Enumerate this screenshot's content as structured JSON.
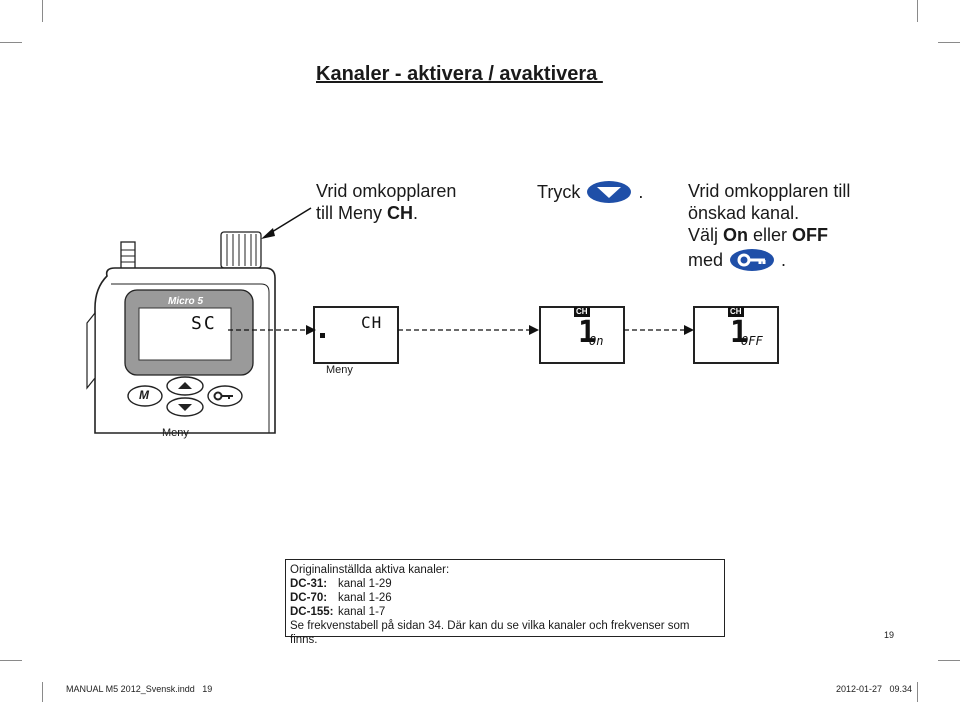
{
  "page": {
    "title": "Kanaler - aktivera / avaktivera ",
    "page_number": "19"
  },
  "steps": {
    "step1_line1": "Vrid omkopplaren",
    "step1_line2_prefix": "till Meny ",
    "step1_line2_bold": "CH",
    "step1_line2_suffix": ".",
    "step2_prefix": "Tryck",
    "step2_suffix": ".",
    "step2_icon": "down-arrow-button-icon",
    "step3_line1": "Vrid omkopplaren till",
    "step3_line2": "önskad kanal.",
    "step3_line3_prefix": "Välj ",
    "step3_on": "On",
    "step3_mid": " eller ",
    "step3_off": "OFF",
    "step3_line4_prefix": "med",
    "step3_line4_suffix": ".",
    "step3_icon": "key-button-icon"
  },
  "device": {
    "brand_label": "Micro 5",
    "display_text": "SC",
    "button_m": "M",
    "label_meny": "Meny",
    "icons": [
      "knob-icon",
      "antenna-icon",
      "up-arrow-icon",
      "down-arrow-icon",
      "key-icon"
    ]
  },
  "displays": {
    "display2_text": "CH",
    "display2_caption": "Meny",
    "display3_badge": "CH",
    "display3_channel": "1",
    "display3_state": "On",
    "display4_badge": "CH",
    "display4_channel": "1",
    "display4_state": "OFF"
  },
  "info_box": {
    "heading": "Originalinställda aktiva kanaler:",
    "rows": [
      {
        "model": "DC-31:",
        "value": "kanal 1-29"
      },
      {
        "model": "DC-70:",
        "value": "kanal 1-26"
      },
      {
        "model": "DC-155:",
        "value": "kanal 1-7"
      }
    ],
    "note": "Se frekvenstabell på sidan 34. Där kan du se vilka kanaler och frekvenser som finns."
  },
  "footer": {
    "left": "MANUAL M5 2012_Svensk.indd   19",
    "right": "2012-01-27   09.34"
  },
  "colors": {
    "text": "#1a1a1a",
    "button_blue": "#1f4fa8",
    "crop_marks": "#8a8a8a"
  }
}
